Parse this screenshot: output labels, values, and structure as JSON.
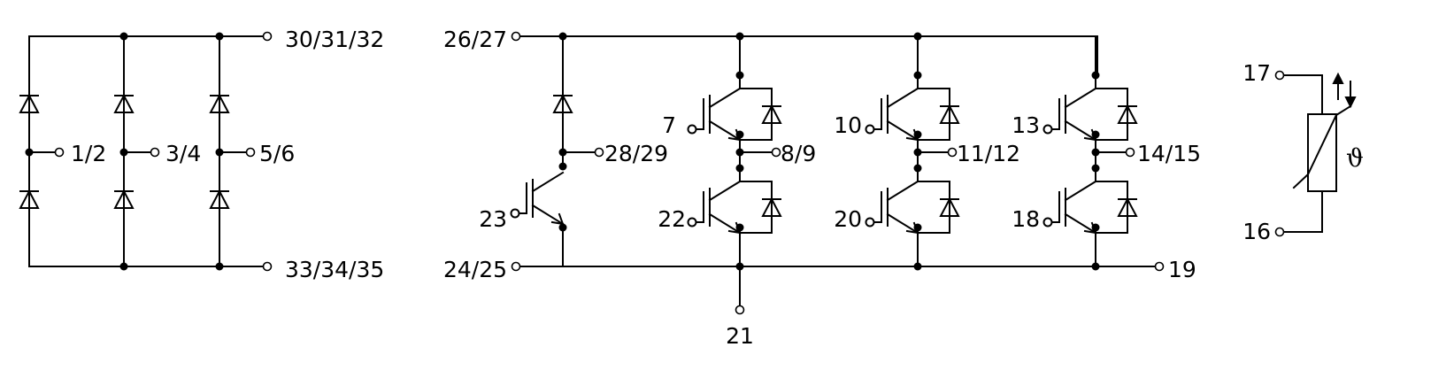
{
  "diagram": {
    "line_color": "#000000",
    "background": "#ffffff",
    "rectifier": {
      "dc_plus_pin": "30/31/32",
      "dc_minus_pin": "33/34/35",
      "ac_pins": [
        "1/2",
        "3/4",
        "5/6"
      ]
    },
    "inverter": {
      "dc_plus_pin": "26/27",
      "dc_minus_pin": "24/25",
      "brake_output_pin": "28/29",
      "brake_gate_pin": "23",
      "phase_outputs": [
        "8/9",
        "11/12",
        "14/15"
      ],
      "high_side_gates": [
        "7",
        "10",
        "13"
      ],
      "low_side_gates": [
        "22",
        "20",
        "18"
      ],
      "shunt_pin": "21",
      "emitter_pin": "19"
    },
    "ntc": {
      "pin_top": "17",
      "pin_bottom": "16",
      "theta_symbol": "ϑ"
    }
  }
}
